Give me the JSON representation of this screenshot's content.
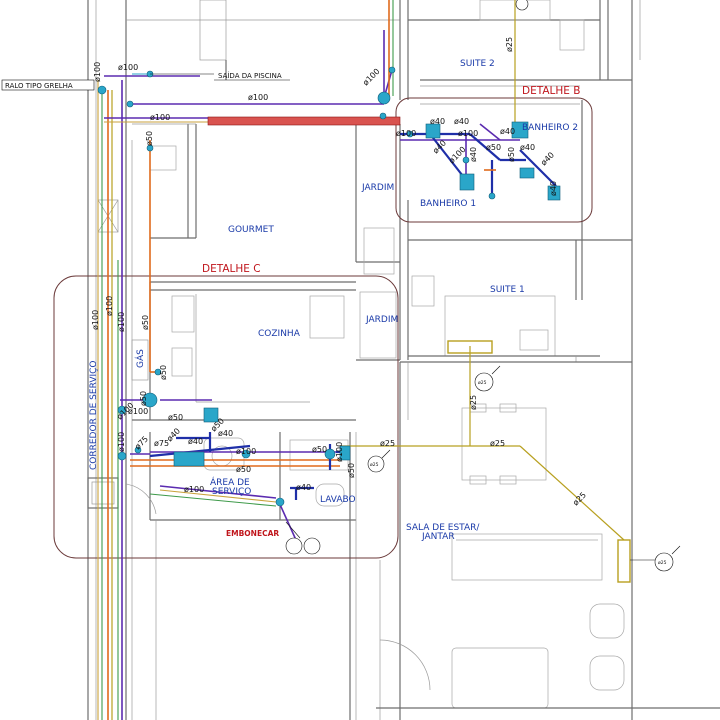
{
  "rooms": {
    "suite2": "SUITE 2",
    "suite1": "SUITE 1",
    "banheiro2": "BANHEIRO 2",
    "banheiro1": "BANHEIRO 1",
    "jardim_top": "JARDIM",
    "jardim_mid": "JARDIM",
    "gourmet": "GOURMET",
    "cozinha": "COZINHA",
    "gas": "GÁS",
    "corredor": "CORREDOR DE SERVIÇO",
    "area_servico_1": "ÁREA DE",
    "area_servico_2": "SERVIÇO",
    "lavabo": "LAVABO",
    "sala_1": "SALA DE ESTAR/",
    "sala_2": "JANTAR"
  },
  "details": {
    "b": "DETALHE B",
    "c": "DETALHE C"
  },
  "labels": {
    "ralo": "RALO TIPO GRELHA",
    "saida_piscina": "SAÍDA DA PISCINA",
    "embonecar": "EMBONECAR"
  },
  "dims": {
    "d100": "ø100",
    "d75": "ø75",
    "d50": "ø50",
    "d40": "ø40",
    "d25": "ø25"
  },
  "markers": {
    "m25": "ø25"
  },
  "colors": {
    "walls": "#6e6e6e",
    "room_text": "#1a3aa8",
    "detail_text": "#c0161c",
    "sewer_orange": "#e06a1c",
    "vent_purple": "#5b2bb0",
    "drain_navy": "#1f2fa8",
    "gas_yellow": "#b8a020",
    "fitting_cyan": "#2aa6c9",
    "brick_red": "#c0161c"
  }
}
